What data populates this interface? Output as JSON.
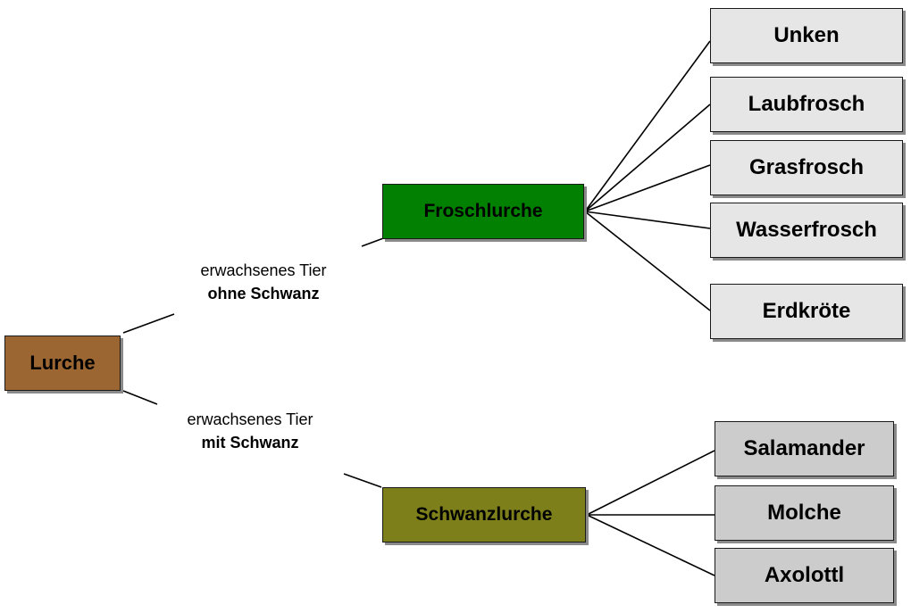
{
  "colors": {
    "root_fill": "#9c6633",
    "froschlurche_fill": "#028002",
    "schwanzlurche_fill": "#7d7f1b",
    "frog_leaf_fill": "#e6e6e6",
    "tailed_leaf_fill": "#cccccc"
  },
  "root": {
    "label": "Lurche"
  },
  "branches": {
    "upper": {
      "edge_line1": "erwachsenes Tier",
      "edge_line2": "ohne Schwanz",
      "label": "Froschlurche",
      "children": [
        "Unken",
        "Laubfrosch",
        "Grasfrosch",
        "Wasserfrosch",
        "Erdkröte"
      ]
    },
    "lower": {
      "edge_line1": "erwachsenes Tier",
      "edge_line2": "mit Schwanz",
      "label": "Schwanzlurche",
      "children": [
        "Salamander",
        "Molche",
        "Axolottl"
      ]
    }
  }
}
